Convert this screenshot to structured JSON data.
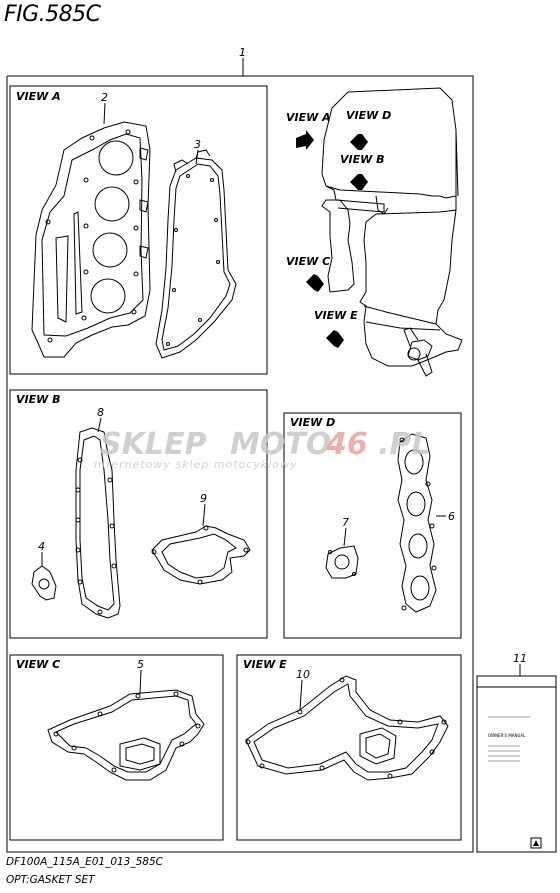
{
  "figure": {
    "title": "FIG.585C",
    "code": "DF100A_115A_E01_013_585C",
    "caption": "OPT:GASKET SET"
  },
  "callouts": {
    "set": "1",
    "part2": "2",
    "part3": "3",
    "part4": "4",
    "part5": "5",
    "part6": "6",
    "part7": "7",
    "part8": "8",
    "part9": "9",
    "part10": "10",
    "part11": "11"
  },
  "views": {
    "a": "VIEW A",
    "b": "VIEW B",
    "c": "VIEW C",
    "d": "VIEW D",
    "e": "VIEW E"
  },
  "watermark": {
    "brand_a": "SKLEP",
    "brand_b": "MOTO",
    "brand_c": "46",
    "brand_d": ".PL",
    "tagline": "internetowy sklep motocyklowy"
  },
  "manual": {
    "heading": "OWNER'S MANUAL"
  },
  "colors": {
    "line": "#000000",
    "watermark_gray": "#c8c8c8",
    "watermark_red": "#e7a3a3"
  }
}
